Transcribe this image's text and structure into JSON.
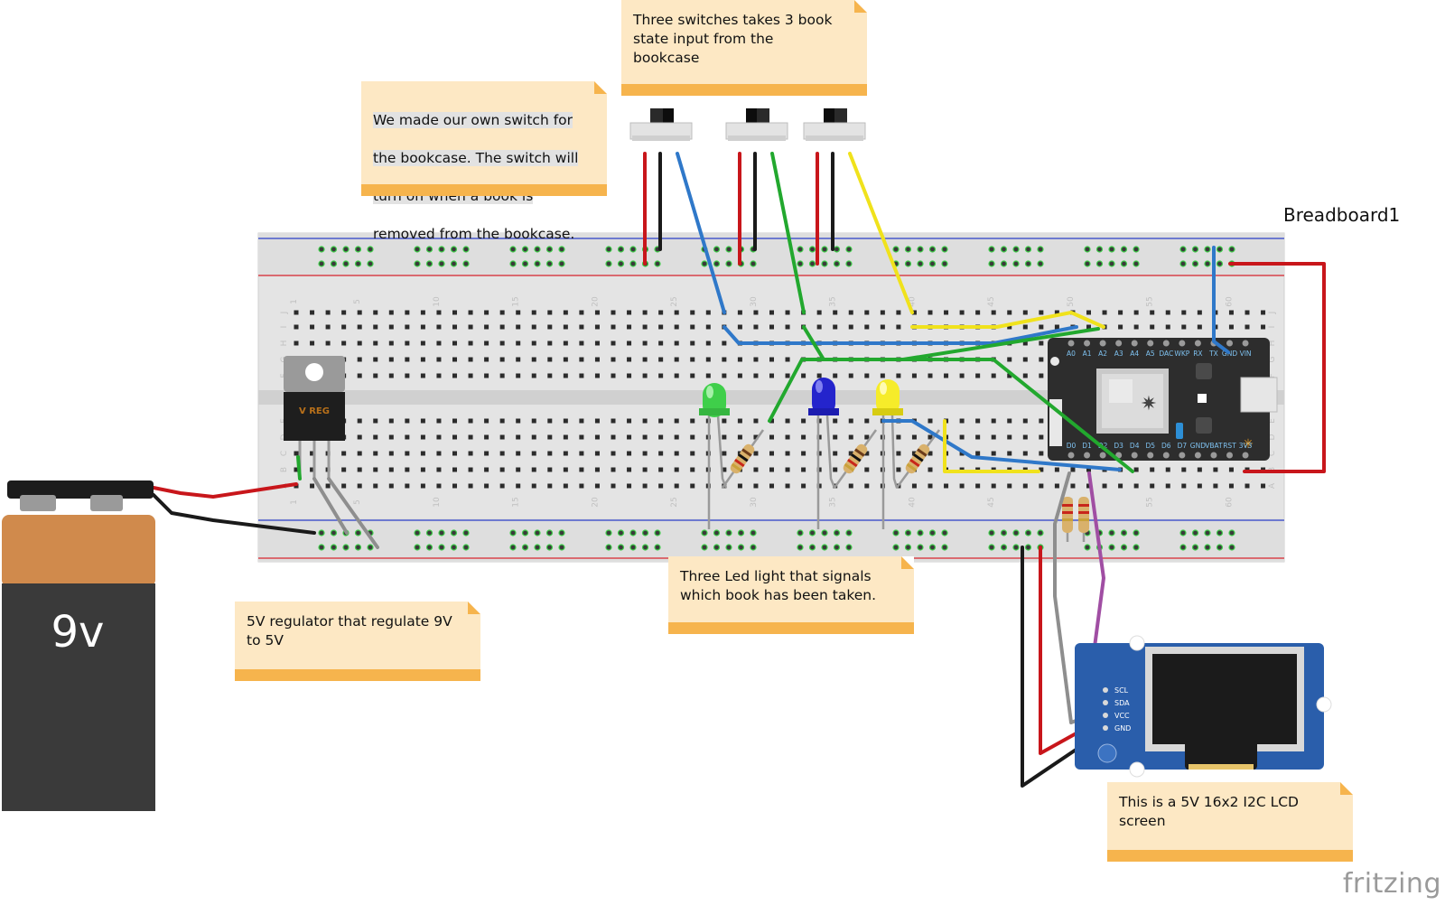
{
  "breadboard_label": "Breadboard1",
  "brand": "fritzing",
  "battery_label": "9v",
  "regulator_label": "V REG",
  "notes": {
    "switches_top": "Three switches takes 3 book state input from the bookcase",
    "own_switch": [
      "We made our own switch for",
      "the bookcase. The switch will",
      "turn on when a book is",
      "removed from the bookcase."
    ],
    "regulator": "5V regulator that regulate 9V to 5V",
    "leds": "Three Led light that signals which book has been taken.",
    "lcd": "This is a 5V 16x2 I2C LCD screen"
  },
  "breadboard": {
    "column_numbers": [
      "1",
      "5",
      "10",
      "15",
      "20",
      "25",
      "30",
      "35",
      "40",
      "45",
      "50",
      "55",
      "60"
    ],
    "row_letters_top": [
      "J",
      "I",
      "H",
      "G",
      "F"
    ],
    "row_letters_bottom": [
      "E",
      "D",
      "C",
      "B",
      "A"
    ]
  },
  "photon_pins": {
    "top": [
      "A0",
      "A1",
      "A2",
      "A3",
      "A4",
      "A5",
      "DAC",
      "WKP",
      "RX",
      "TX",
      "GND",
      "VIN"
    ],
    "bottom": [
      "D0",
      "D1",
      "D2",
      "D3",
      "D4",
      "D5",
      "D6",
      "D7",
      "GND",
      "VBAT",
      "RST",
      "3V3"
    ]
  },
  "lcd_pins": [
    "SCL",
    "SDA",
    "VCC",
    "GND"
  ],
  "colors": {
    "wire_red": "#c8161b",
    "wire_black": "#1a1a1a",
    "wire_blue": "#2f78c9",
    "wire_green": "#22a82e",
    "wire_yellow": "#f0e21c",
    "wire_gray": "#8e8e8e",
    "wire_purple": "#a04ea3",
    "note_bg": "#fde8c4",
    "note_strip": "#f6b44d"
  }
}
